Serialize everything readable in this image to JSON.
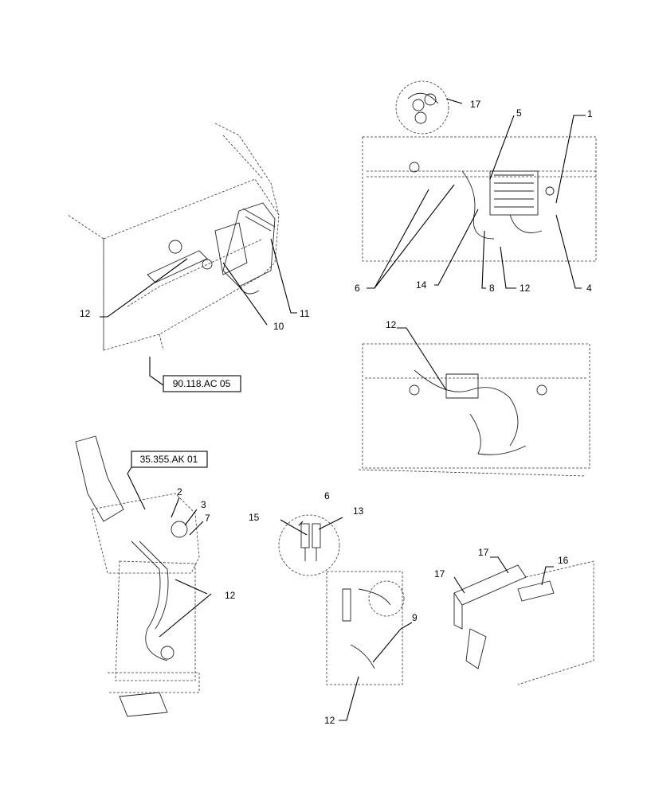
{
  "diagram": {
    "reference_labels": {
      "ref_a": "90.118.AC 05",
      "ref_b": "35.355.AK 01"
    },
    "callouts": {
      "c1": "1",
      "c2": "2",
      "c3": "3",
      "c4": "4",
      "c5": "5",
      "c6_top": "6",
      "c6_detail": "6",
      "c7": "7",
      "c8": "8",
      "c9": "9",
      "c10": "10",
      "c11": "11",
      "c12_left": "12",
      "c12_top_right": "12",
      "c12_mid_right": "12",
      "c12_bottom_left": "12",
      "c12_bottom_mid": "12",
      "c13": "13",
      "c14": "14",
      "c15": "15",
      "c16": "16",
      "c17_top": "17",
      "c17_bottom_a": "17",
      "c17_bottom_b": "17"
    },
    "colors": {
      "line": "#000000",
      "background": "#ffffff"
    }
  }
}
